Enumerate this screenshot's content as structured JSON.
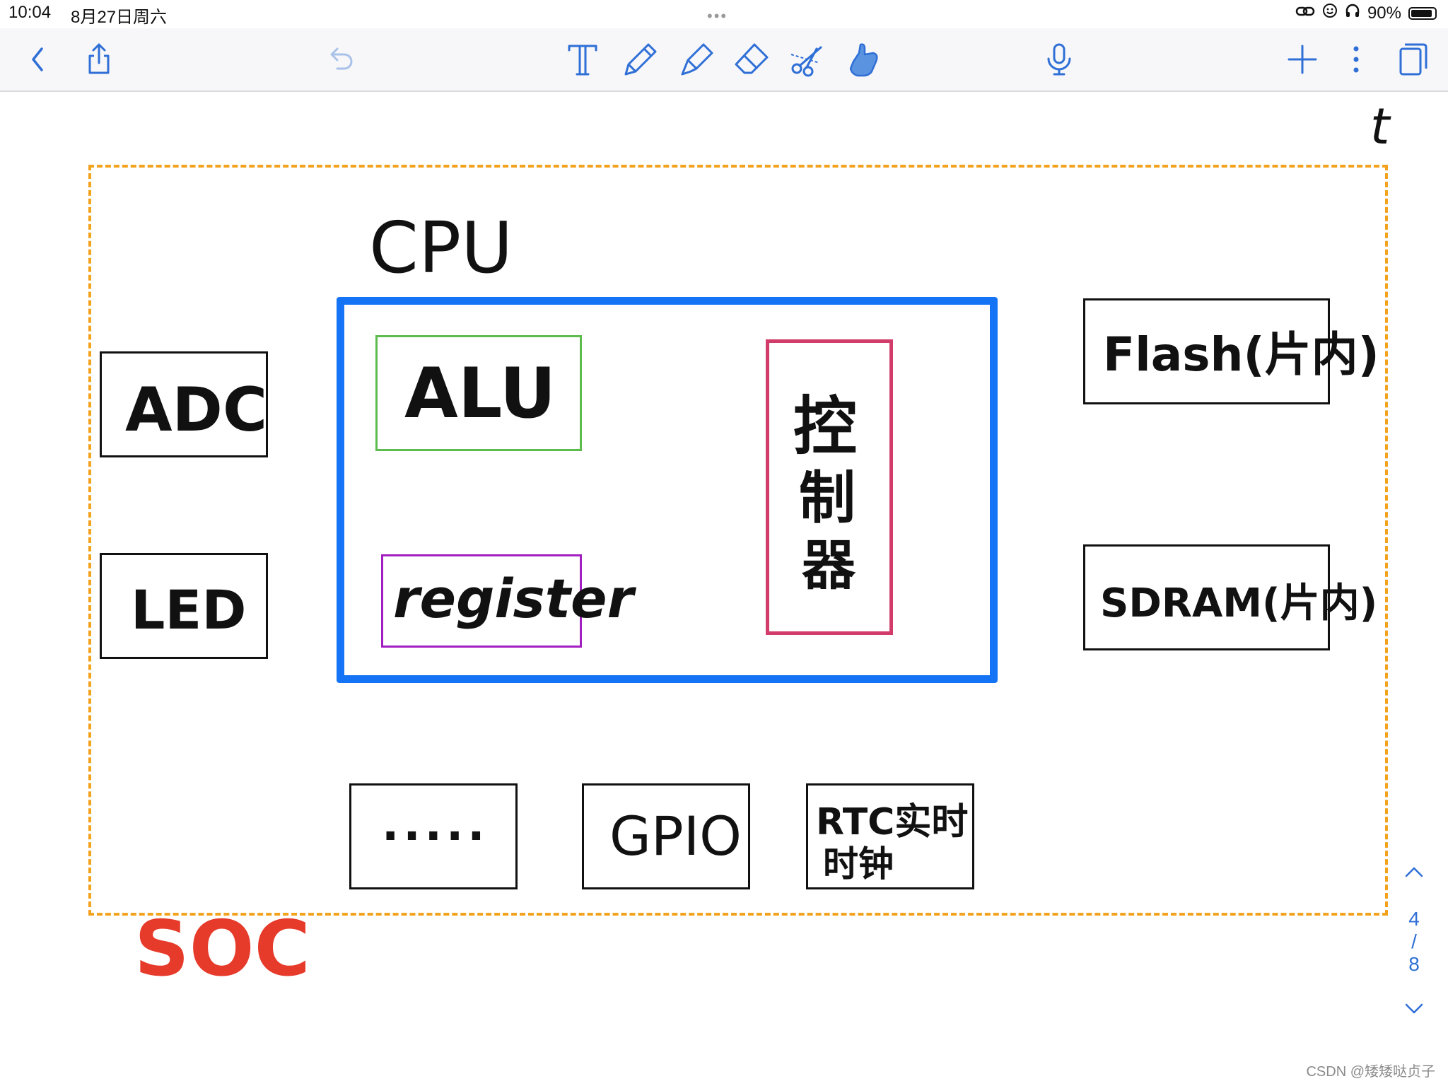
{
  "status_bar": {
    "time": "10:04",
    "date": "8月27日周六",
    "dots": "•••",
    "battery_percent": "90%",
    "battery_level": 0.9
  },
  "toolbar": {
    "icons": [
      "back-icon",
      "share-icon",
      "undo-icon",
      "text-tool-icon",
      "pen-tool-icon",
      "highlighter-tool-icon",
      "eraser-tool-icon",
      "lasso-scissors-icon",
      "hand-pointer-icon",
      "microphone-icon",
      "add-icon",
      "more-icon",
      "pages-icon"
    ],
    "accent_color": "#2f6fd6"
  },
  "note": {
    "corner_mark": "t",
    "soc_label": "SOC",
    "cpu_label": "CPU",
    "alu_label": "ALU",
    "register_label": "register",
    "controller_label": [
      "控",
      "制",
      "器"
    ],
    "adc_label": "ADC",
    "led_label": "LED",
    "flash_label": "Flash(片内)",
    "sdram_label": "SDRAM(片内)",
    "ellipsis_label": ".....",
    "gpio_label": "GPIO",
    "rtc_label_line1": "RTC实时",
    "rtc_label_line2": "时钟",
    "colors": {
      "soc_border": "#f2a21c",
      "soc_text": "#e63a2a",
      "cpu_border": "#1574f5",
      "alu_border": "#5ebc4f",
      "register_border": "#a21ec0",
      "controller_border": "#d23c6a"
    }
  },
  "pager": {
    "up_icon": "chevron-up-icon",
    "current": "4",
    "separator": "/",
    "total": "8",
    "down_icon": "chevron-down-icon"
  },
  "watermark": "CSDN @矮矮哒贞子"
}
